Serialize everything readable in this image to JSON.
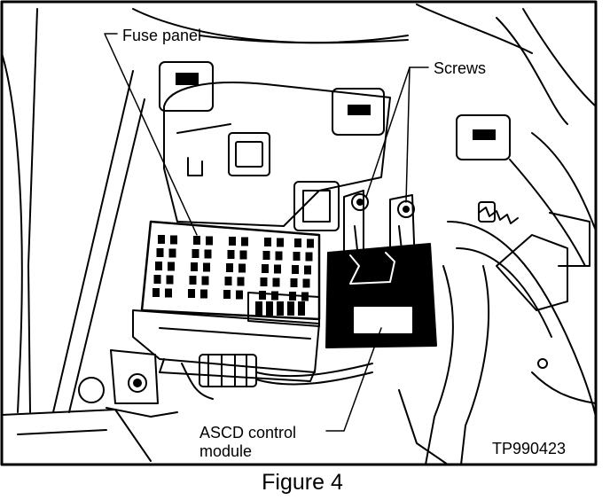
{
  "labels": {
    "fuse_panel": "Fuse panel",
    "screws": "Screws",
    "ascd_line1": "ASCD control",
    "ascd_line2": "module",
    "code": "TP990423"
  },
  "caption": "Figure 4",
  "colors": {
    "ink": "#000000",
    "paper": "#ffffff"
  }
}
